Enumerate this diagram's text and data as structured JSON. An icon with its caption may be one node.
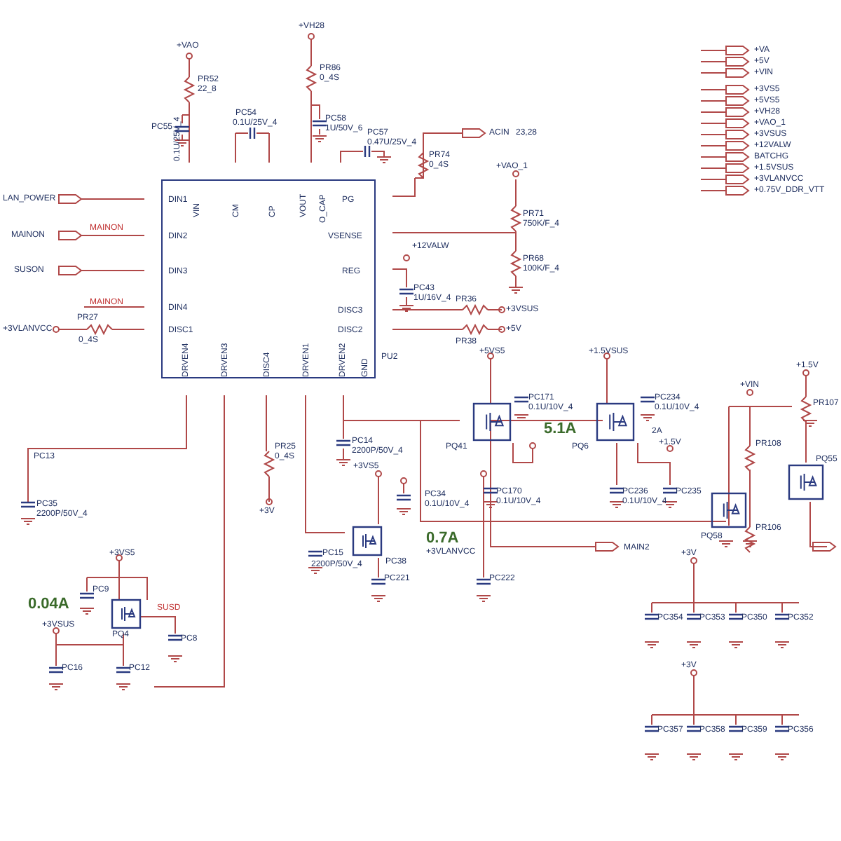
{
  "diagram": {
    "nodes": [
      {
        "text": [
          "VIN",
          "CM",
          "CP",
          "VOUT",
          "O_CAP",
          "DIN1",
          "DIN2",
          "DIN3",
          "DIN4",
          "DISC1",
          "PG",
          "VSENSE",
          "REG",
          "DISC3",
          "DISC2",
          "DRVEN4",
          "DRVEN3",
          "DISC4",
          "DRVEN1",
          "DRVEN2",
          "GND"
        ],
        "beside": [
          "PU2"
        ]
      }
    ],
    "labels": [
      "+VAO",
      "PR52",
      "22_8",
      "PC55",
      "0.1U/25V_4",
      "PC54",
      "0.1U/25V_4",
      "+VH28",
      "PR86",
      "0_4S",
      "PC58",
      "1U/50V_6",
      "PC57",
      "0.47U/25V_4",
      "PR74",
      "0_4S",
      "ACIN",
      "23,28",
      "+VAO_1",
      "PR71",
      "750K/F_4",
      "PR68",
      "100K/F_4",
      "LAN_POWER",
      "MAINON",
      "SUSON",
      "MAINON",
      "MAINON",
      "+3VLANVCC",
      "PR27",
      "0_4S",
      "+12VALW",
      "PC43",
      "1U/16V_4",
      "PR36",
      "PR38",
      "+3VSUS",
      "+5V",
      "PC14",
      "2200P/50V_4",
      "PR25",
      "0_4S",
      "+3V",
      "+3VS5",
      "PC34",
      "0.1U/10V_4",
      "PC15",
      "2200P/50V_4",
      "PC38",
      "PC221",
      "0.7A",
      "+3VLANVCC",
      "PC222",
      "PC13",
      "PC35",
      "2200P/50V_4",
      "0.04A",
      "+3VS5",
      "+3VSUS",
      "PC9",
      "PQ4",
      "PC8",
      "SUSD",
      "PC16",
      "PC12",
      "+5VS5",
      "+1.5VSUS",
      "PC171",
      "0.1U/10V_4",
      "PC234",
      "0.1U/10V_4",
      "PQ41",
      "5.1A",
      "PQ6",
      "2A",
      "+1.5V",
      "PC170",
      "0.1U/10V_4",
      "PC236",
      "0.1U/10V_4",
      "PC235",
      "+VIN",
      "PR108",
      "PR106",
      "PQ58",
      "+1.5V",
      "PR107",
      "PQ55",
      "MAIN2",
      "+3V",
      "PC354",
      "PC353",
      "PC350",
      "PC352",
      "+3V",
      "PC357",
      "PC358",
      "PC359",
      "PC356",
      "+VA",
      "+5V",
      "+VIN",
      "+3VS5",
      "+5VS5",
      "+VH28",
      "+VAO_1",
      "+3VSUS",
      "+12VALW",
      "BATCHG",
      "+1.5VSUS",
      "+3VLANVCC",
      "+0.75V_DDR_VTT"
    ]
  }
}
